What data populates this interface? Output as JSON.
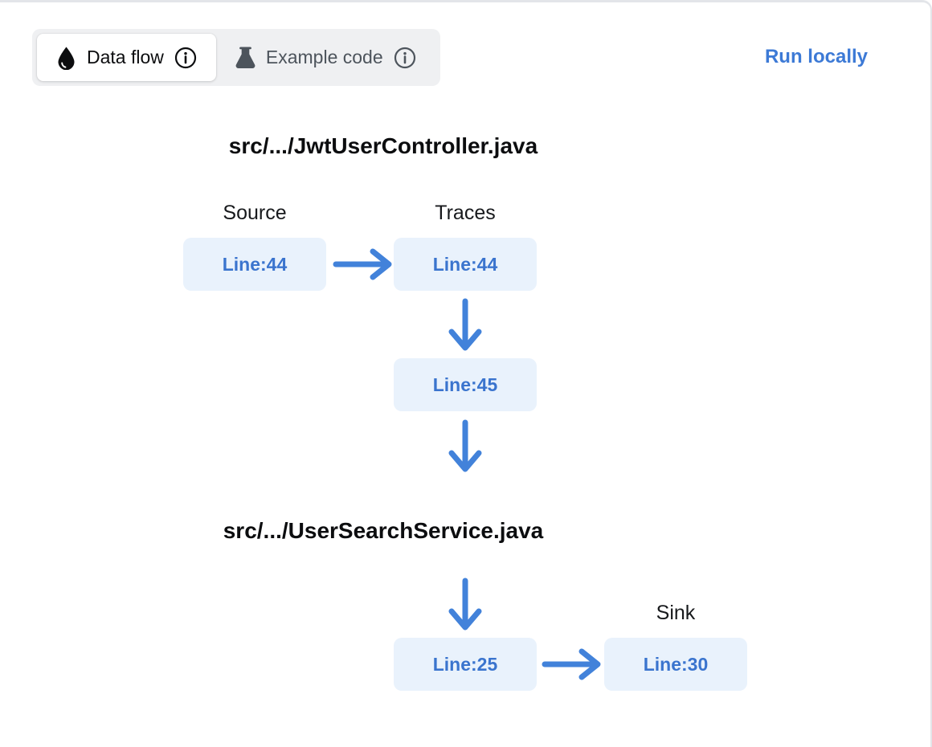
{
  "header": {
    "tabs": [
      {
        "label": "Data flow",
        "icon": "droplet-icon",
        "active": true
      },
      {
        "label": "Example code",
        "icon": "flask-icon",
        "active": false
      }
    ],
    "run_locally_label": "Run locally"
  },
  "diagram": {
    "files": [
      {
        "title": "src/.../JwtUserController.java",
        "nodes": [
          {
            "label": "Line:44",
            "column_label": "Source"
          },
          {
            "label": "Line:44",
            "column_label": "Traces"
          },
          {
            "label": "Line:45",
            "column_label": ""
          }
        ]
      },
      {
        "title": "src/.../UserSearchService.java",
        "nodes": [
          {
            "label": "Line:25",
            "column_label": ""
          },
          {
            "label": "Line:30",
            "column_label": "Sink"
          }
        ]
      }
    ]
  },
  "colors": {
    "accent_blue": "#3D7AD6",
    "node_text_blue": "#3A74CE",
    "node_bg_blue": "#E9F2FC",
    "arrow_blue": "#4282DA",
    "inactive_tab_gray": "#4D545C",
    "tab_track_gray": "#EFF0F2",
    "panel_border_gray": "#E3E5E9"
  }
}
